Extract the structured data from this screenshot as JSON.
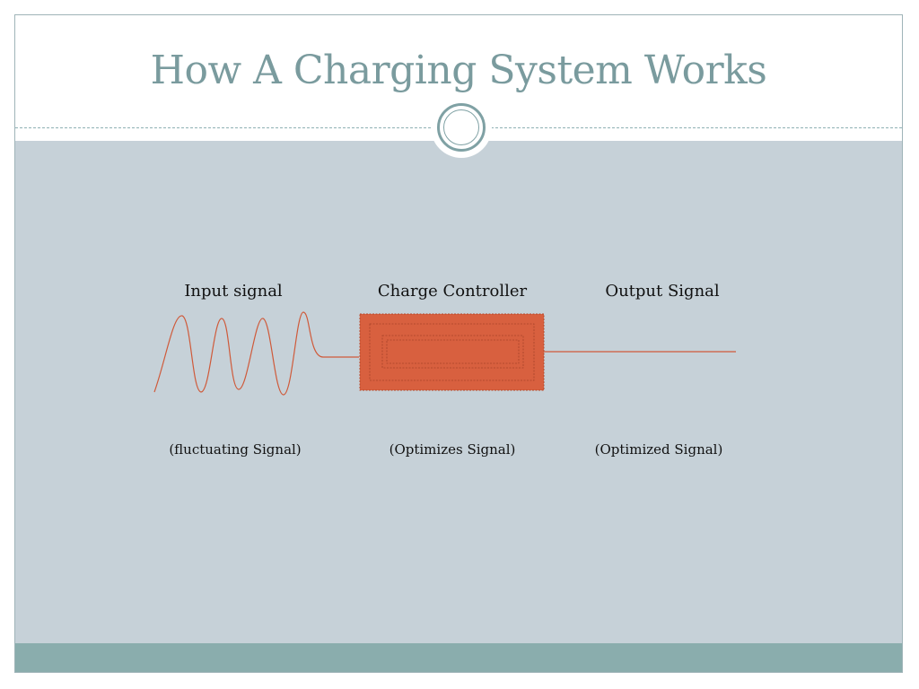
{
  "slide": {
    "title": "How A Charging System Works"
  },
  "diagram": {
    "input": {
      "label": "Input signal",
      "caption": "(fluctuating Signal)"
    },
    "controller": {
      "label": "Charge Controller",
      "caption": "(Optimizes Signal)"
    },
    "output": {
      "label": "Output Signal",
      "caption": "(Optimized Signal)"
    }
  },
  "colors": {
    "title": "#7a9b9e",
    "panel": "#c6d1d8",
    "footer": "#8aadad",
    "accent": "#d8603f",
    "signal_line": "#cf5a3a"
  }
}
